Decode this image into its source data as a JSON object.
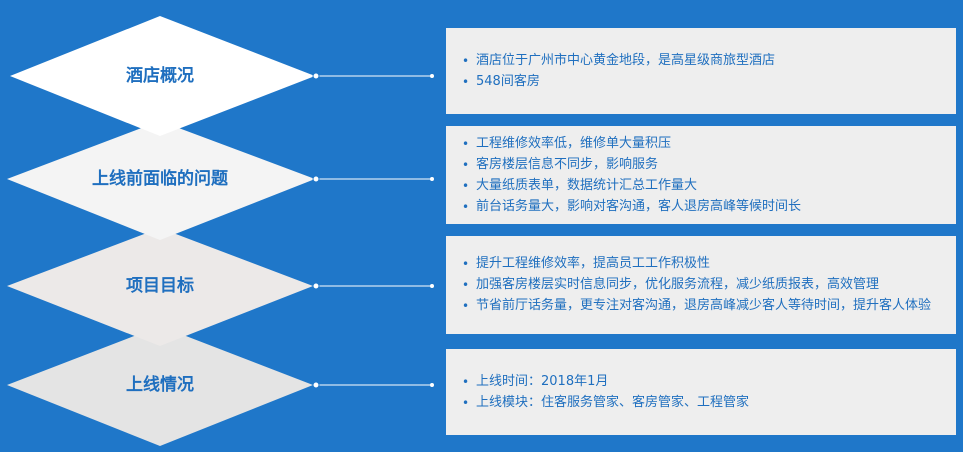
{
  "sections": [
    {
      "title": "酒店概况",
      "items": [
        "酒店位于广州市中心黄金地段，是高星级商旅型酒店",
        "548间客房"
      ]
    },
    {
      "title": "上线前面临的问题",
      "items": [
        "工程维修效率低，维修单大量积压",
        "客房楼层信息不同步，影响服务",
        "大量纸质表单，数据统计汇总工作量大",
        "前台话务量大，影响对客沟通，客人退房高峰等候时间长"
      ]
    },
    {
      "title": "项目目标",
      "items": [
        "提升工程维修效率，提高员工工作积极性",
        "加强客房楼层实时信息同步，优化服务流程，减少纸质报表，高效管理",
        "节省前厅话务量，更专注对客沟通，退房高峰减少客人等待时间，提升客人体验"
      ]
    },
    {
      "title": "上线情况",
      "items": [
        "上线时间：2018年1月",
        "上线模块：住客服务管家、客房管家、工程管家"
      ]
    }
  ],
  "colors": {
    "background": "#1f77c9",
    "diamond": [
      "#ffffff",
      "#f4f4f4",
      "#ece9e8",
      "#e4e4e4"
    ],
    "text": "#1f6fbf",
    "panel": "#eeeeee"
  }
}
